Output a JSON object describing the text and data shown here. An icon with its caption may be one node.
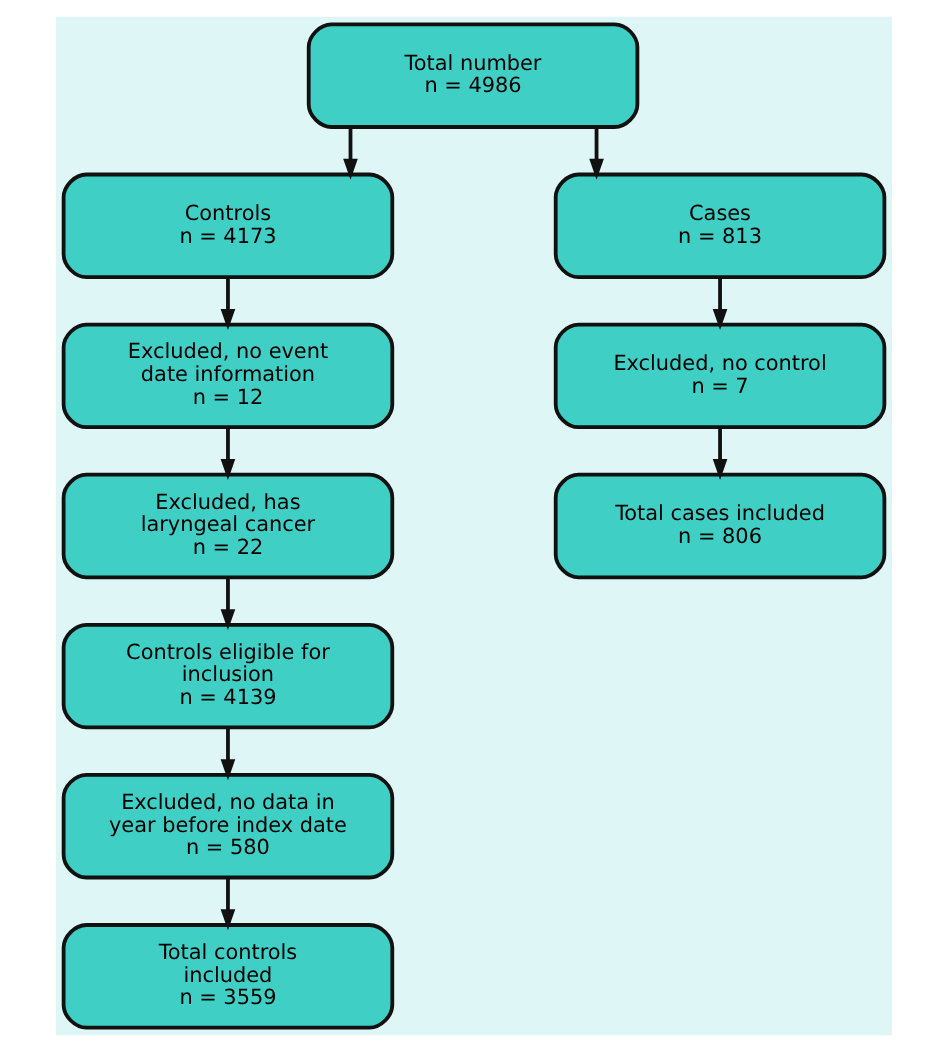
{
  "diagram": {
    "nodes": [
      {
        "text": [
          "Total number",
          "n = 4986"
        ]
      },
      {
        "text": [
          "Controls",
          "n = 4173"
        ]
      },
      {
        "text": [
          "Cases",
          "n = 813"
        ]
      },
      {
        "text": [
          "Excluded, no event date information",
          "n = 12"
        ]
      },
      {
        "text": [
          "Excluded, no control",
          "n = 7"
        ]
      },
      {
        "text": [
          "Excluded, has laryngeal cancer",
          "n = 22"
        ]
      },
      {
        "text": [
          "Total cases included",
          "n = 806"
        ]
      },
      {
        "text": [
          "Controls eligible for inclusion",
          "n = 4139"
        ]
      },
      {
        "text": [
          "Excluded, no data in year before index date",
          "n = 580"
        ]
      },
      {
        "text": [
          "Total controls included",
          "n = 3559"
        ]
      }
    ],
    "edges": [
      {
        "from": 0,
        "to": 1,
        "arrow": "to"
      },
      {
        "from": 0,
        "to": 2,
        "arrow": "to"
      },
      {
        "from": 1,
        "to": 3,
        "arrow": "to"
      },
      {
        "from": 3,
        "to": 5,
        "arrow": "to"
      },
      {
        "from": 5,
        "to": 7,
        "arrow": "to"
      },
      {
        "from": 7,
        "to": 8,
        "arrow": "to"
      },
      {
        "from": 8,
        "to": 9,
        "arrow": "to"
      },
      {
        "from": 2,
        "to": 4,
        "arrow": "to"
      },
      {
        "from": 4,
        "to": 6,
        "arrow": "to"
      }
    ]
  }
}
